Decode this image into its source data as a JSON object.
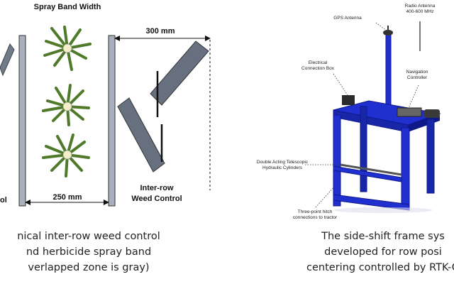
{
  "left_diagram": {
    "spray_band_label": "Spray Band Width",
    "dim_300_label": "300 mm",
    "dim_250_label": "250 mm",
    "interrow_label_line1": "Inter-row",
    "interrow_label_line2": "Weed Control",
    "left_partial_label": "ol"
  },
  "right_diagram": {
    "callouts": {
      "gps_antenna": "GPS Antenna",
      "radio_antenna_line1": "Radio Antenna",
      "radio_antenna_line2": "400-600 MHz",
      "electrical_box_line1": "Electrical",
      "electrical_box_line2": "Connection Box",
      "navigation_line1": "Navigation",
      "navigation_line2": "Controller",
      "cylinders_line1": "Double Acting Telescopic",
      "cylinders_line2": "Hydraulic Cylinders",
      "hitch_line1": "Three-point hitch",
      "hitch_line2": "connections to tractor"
    },
    "colors": {
      "frame": "#1f2fd0",
      "frame_dark": "#10198a"
    }
  },
  "captions": {
    "left": [
      "nical inter-row weed control",
      "nd herbicide spray band",
      "verlapped zone is gray)"
    ],
    "right": [
      "The side-shift frame sys",
      "developed for row posi",
      "centering controlled by RTK-G"
    ]
  }
}
